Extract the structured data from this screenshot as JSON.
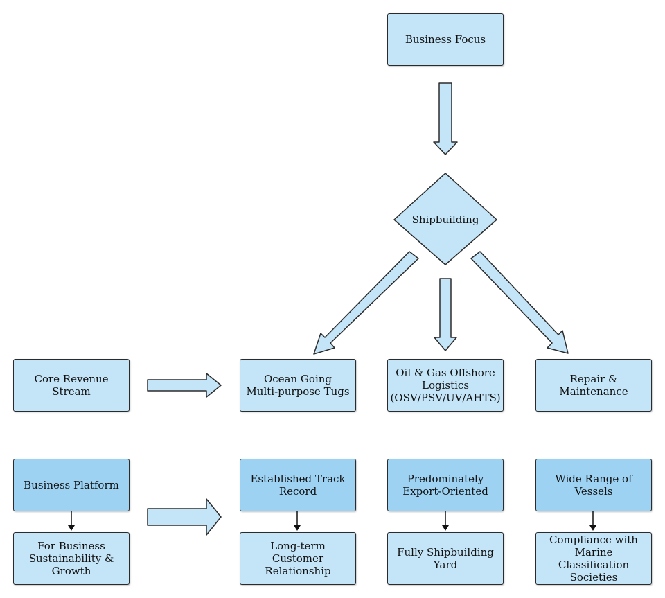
{
  "colors": {
    "box_light": "#c4e4f7",
    "box_dark": "#9dd2f2",
    "arrow_fill": "#c4e4f7",
    "stroke": "#2b2b2b"
  },
  "nodes": {
    "business_focus": "Business Focus",
    "shipbuilding": "Shipbuilding",
    "core_revenue_stream": "Core Revenue\nStream",
    "ocean_going_tugs": "Ocean Going\nMulti-purpose Tugs",
    "oil_gas_logistics": "Oil & Gas Offshore\nLogistics\n(OSV/PSV/UV/AHTS)",
    "repair_maintenance": "Repair &\nMaintenance",
    "business_platform": "Business Platform",
    "sustainability_growth": "For Business\nSustainability &\nGrowth",
    "track_record": "Established Track\nRecord",
    "customer_relationship": "Long-term Customer\nRelationship",
    "export_oriented": "Predominately\nExport-Oriented",
    "shipbuilding_yard": "Fully Shipbuilding\nYard",
    "vessel_range": "Wide Range of\nVessels",
    "marine_compliance": "Compliance with\nMarine Classification\nSocieties"
  }
}
